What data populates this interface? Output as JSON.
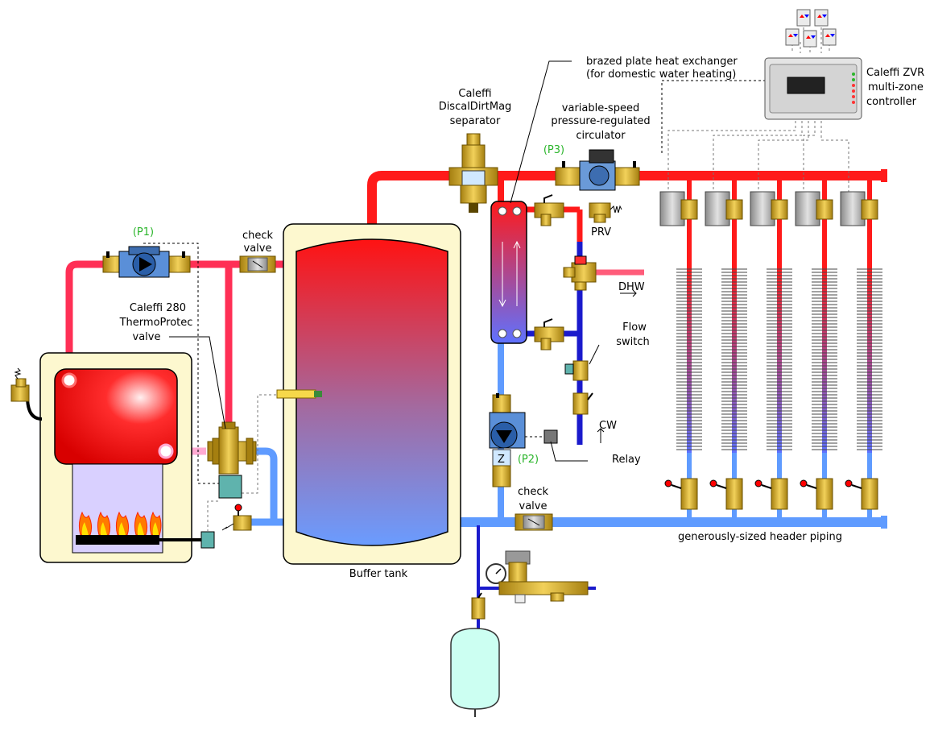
{
  "labels": {
    "hx_line1": "brazed plate heat exchanger",
    "hx_line2": "(for domestic water heating)",
    "zvr_line1": "Caleffi ZVR",
    "zvr_line2": "multi-zone",
    "zvr_line3": "controller",
    "sep_line1": "Caleffi",
    "sep_line2": "DiscalDirtMag",
    "sep_line3": "separator",
    "circ_line1": "variable-speed",
    "circ_line2": "pressure-regulated",
    "circ_line3": "circulator",
    "p1": "(P1)",
    "p2": "(P2)",
    "p3": "(P3)",
    "check_valve_top_1": "check",
    "check_valve_top_2": "valve",
    "check_valve_bottom_1": "check",
    "check_valve_bottom_2": "valve",
    "tpv_line1": "Caleffi 280",
    "tpv_line2": "ThermoProtec",
    "tpv_line3": "valve",
    "prv": "PRV",
    "dhw": "DHW",
    "flow_switch_1": "Flow",
    "flow_switch_2": "switch",
    "cw": "CW",
    "relay": "Relay",
    "buffer_tank": "Buffer tank",
    "header": "generously-sized header piping"
  },
  "colors": {
    "hot": "#ff1a1a",
    "boiler_loop": "#ff2f55",
    "cold": "#5f9bff",
    "dark_cold": "#1a1acc",
    "brass": "#d9b43a",
    "jacket": "#fdf8cf",
    "tank_top": "#ff1212",
    "tank_bottom": "#6a9cff",
    "expansion": "#ccfff2",
    "thermostat": "#ebebeb"
  }
}
